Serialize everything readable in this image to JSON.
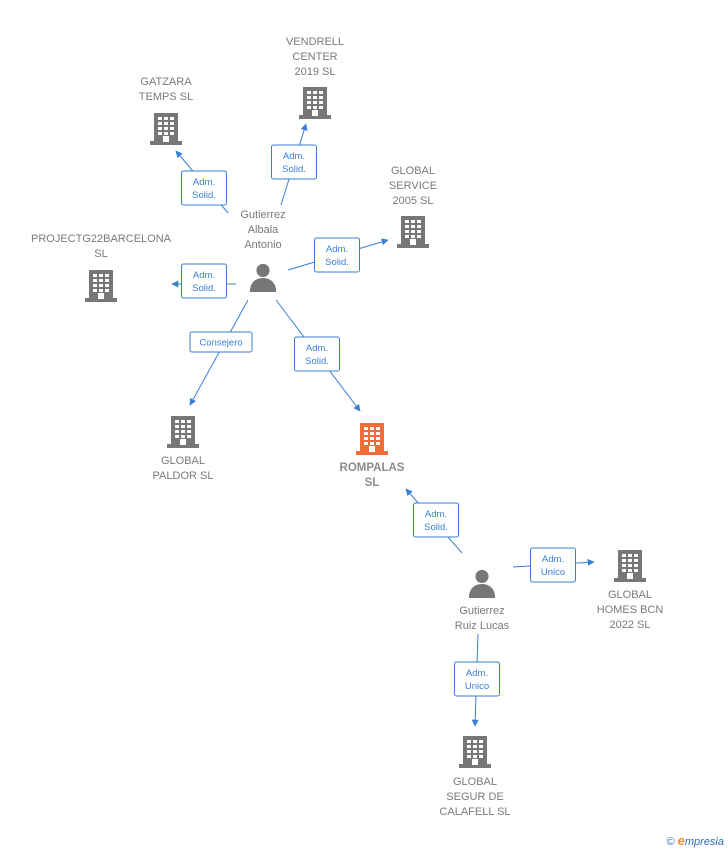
{
  "colors": {
    "edge": "#3a7fd5",
    "company": "#777777",
    "company_main": "#f26b3a",
    "person": "#777777"
  },
  "nodes": [
    {
      "id": "vendrell",
      "type": "company",
      "label": [
        "VENDRELL",
        "CENTER",
        "2019  SL"
      ]
    },
    {
      "id": "gatzara",
      "type": "company",
      "label": [
        "GATZARA",
        "TEMPS  SL"
      ]
    },
    {
      "id": "global_service",
      "type": "company",
      "label": [
        "GLOBAL",
        "SERVICE",
        "2005  SL"
      ]
    },
    {
      "id": "projectg22",
      "type": "company",
      "label": [
        "PROJECTG22BARCELONA",
        "SL"
      ]
    },
    {
      "id": "gutierrez_albala",
      "type": "person",
      "label": [
        "Gutierrez",
        "Albala",
        "Antonio"
      ]
    },
    {
      "id": "global_paldor",
      "type": "company",
      "label": [
        "GLOBAL",
        "PALDOR  SL"
      ]
    },
    {
      "id": "rompalas",
      "type": "company_main",
      "label": [
        "ROMPALAS",
        "SL"
      ]
    },
    {
      "id": "gutierrez_ruiz",
      "type": "person",
      "label": [
        "Gutierrez",
        "Ruiz Lucas"
      ]
    },
    {
      "id": "global_homes",
      "type": "company",
      "label": [
        "GLOBAL",
        "HOMES BCN",
        "2022  SL"
      ]
    },
    {
      "id": "global_segur",
      "type": "company",
      "label": [
        "GLOBAL",
        "SEGUR DE",
        "CALAFELL  SL"
      ]
    }
  ],
  "edges": [
    {
      "from": "gutierrez_albala",
      "to": "vendrell",
      "label": [
        "Adm.",
        "Solid."
      ]
    },
    {
      "from": "gutierrez_albala",
      "to": "gatzara",
      "label": [
        "Adm.",
        "Solid."
      ]
    },
    {
      "from": "gutierrez_albala",
      "to": "global_service",
      "label": [
        "Adm.",
        "Solid."
      ]
    },
    {
      "from": "gutierrez_albala",
      "to": "projectg22",
      "label": [
        "Adm.",
        "Solid."
      ]
    },
    {
      "from": "gutierrez_albala",
      "to": "global_paldor",
      "label": [
        "Consejero"
      ]
    },
    {
      "from": "gutierrez_albala",
      "to": "rompalas",
      "label": [
        "Adm.",
        "Solid."
      ]
    },
    {
      "from": "gutierrez_ruiz",
      "to": "rompalas",
      "label": [
        "Adm.",
        "Solid."
      ]
    },
    {
      "from": "gutierrez_ruiz",
      "to": "global_homes",
      "label": [
        "Adm.",
        "Unico"
      ]
    },
    {
      "from": "gutierrez_ruiz",
      "to": "global_segur",
      "label": [
        "Adm.",
        "Unico"
      ]
    }
  ],
  "footer": {
    "copyright": "©",
    "brand_initial": "e",
    "brand_rest": "mpresia"
  }
}
